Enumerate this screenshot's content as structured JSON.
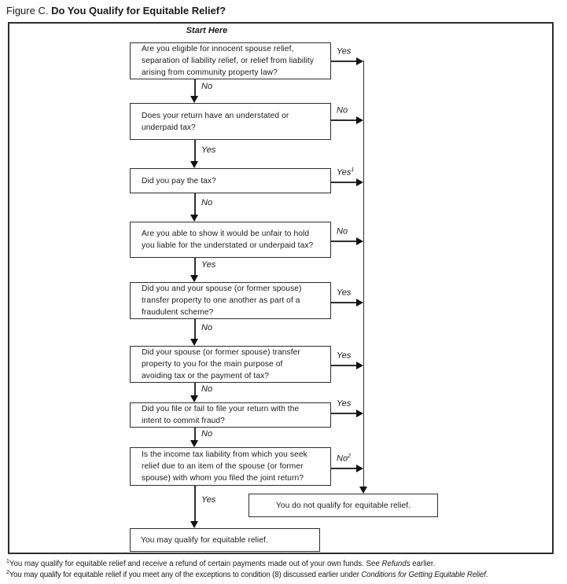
{
  "colors": {
    "ink": "#1a1a1a",
    "line": "#2e2e2e",
    "background": "#ffffff"
  },
  "title": {
    "prefix": "Figure C.",
    "main": "Do You Qualify for Equitable Relief?"
  },
  "flowchart": {
    "start_label": "Start Here",
    "nodes": [
      {
        "id": "eligible-other-relief",
        "text": "Are you eligible for innocent spouse relief,\nseparation of liability relief, or relief from liability\narising from community property law?",
        "down_label": "No",
        "branch": {
          "label": "Yes",
          "sup": ""
        }
      },
      {
        "id": "understated-or-underpaid",
        "text": "Does your return have an understated or\nunderpaid tax?",
        "down_label": "Yes",
        "branch": {
          "label": "No",
          "sup": ""
        }
      },
      {
        "id": "did-you-pay-tax",
        "text": "Did you pay the tax?",
        "down_label": "No",
        "branch": {
          "label": "Yes",
          "sup": "1"
        }
      },
      {
        "id": "unfair-to-hold-liable",
        "text": "Are you able to show it would be unfair to hold\nyou liable for the understated or underpaid tax?",
        "down_label": "Yes",
        "branch": {
          "label": "No",
          "sup": ""
        }
      },
      {
        "id": "transfer-fraudulent-scheme",
        "text": "Did you and your spouse (or former spouse)\ntransfer property to one another as part of a\nfraudulent scheme?",
        "down_label": "No",
        "branch": {
          "label": "Yes",
          "sup": ""
        }
      },
      {
        "id": "spouse-transfer-avoid-tax",
        "text": "Did your spouse (or former spouse) transfer\nproperty to you for the main purpose of\navoiding tax or the payment of tax?",
        "down_label": "No",
        "branch": {
          "label": "Yes",
          "sup": ""
        }
      },
      {
        "id": "intent-to-commit-fraud",
        "text": "Did you file or fail to file your return with the\nintent to commit fraud?",
        "down_label": "No",
        "branch": {
          "label": "Yes",
          "sup": ""
        }
      },
      {
        "id": "liability-item-of-spouse",
        "text": "Is the income tax liability from which you seek\nrelief due to an item of the spouse (or former\nspouse) with whom you filed the joint return?",
        "down_label": "Yes",
        "branch": {
          "label": "No",
          "sup": "2"
        }
      }
    ],
    "outcomes": {
      "not_qualify": "You do not qualify for equitable relief.",
      "may_qualify": "You may qualify for equitable relief."
    }
  },
  "footnotes": [
    {
      "sup": "1",
      "pre": "You may qualify for equitable relief and receive a refund of certain payments made out of your own funds. See ",
      "italic": "Refunds",
      "post": " earlier."
    },
    {
      "sup": "2",
      "pre": "You may qualify for equitable relief if you meet any of the exceptions to condition (8) discussed earlier under ",
      "italic": "Conditions for Getting Equitable Relief",
      "post": "."
    }
  ]
}
